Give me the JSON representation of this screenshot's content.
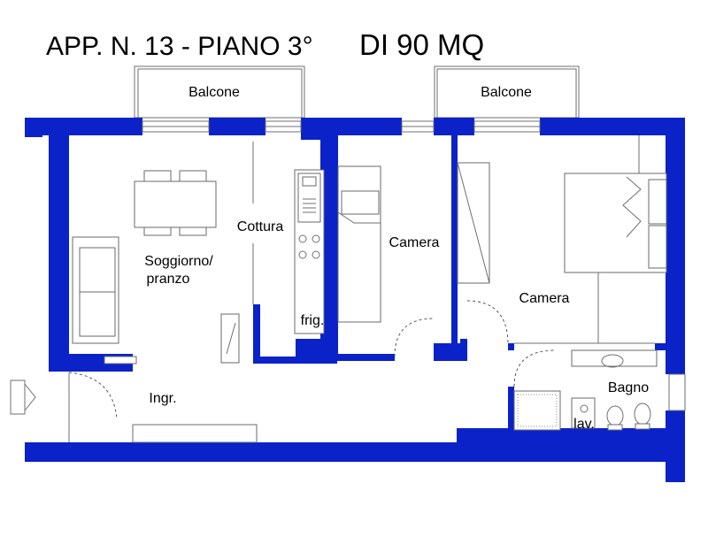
{
  "title": {
    "prefix": "APP. N. 13 - PIANO 3°",
    "suffix": "DI 90 MQ"
  },
  "rooms": {
    "balcony_left": "Balcone",
    "balcony_right": "Balcone",
    "living": "Soggiorno/",
    "living_line2": "pranzo",
    "kitchen": "Cottura",
    "fridge": "frig.",
    "bedroom_1": "Camera",
    "bedroom_2": "Camera",
    "bathroom": "Bagno",
    "washbasin": "lav.",
    "entrance": "Ingr."
  },
  "colors": {
    "walls": "#0a22c8",
    "lines": "#6f6f6f",
    "background": "#ffffff"
  }
}
